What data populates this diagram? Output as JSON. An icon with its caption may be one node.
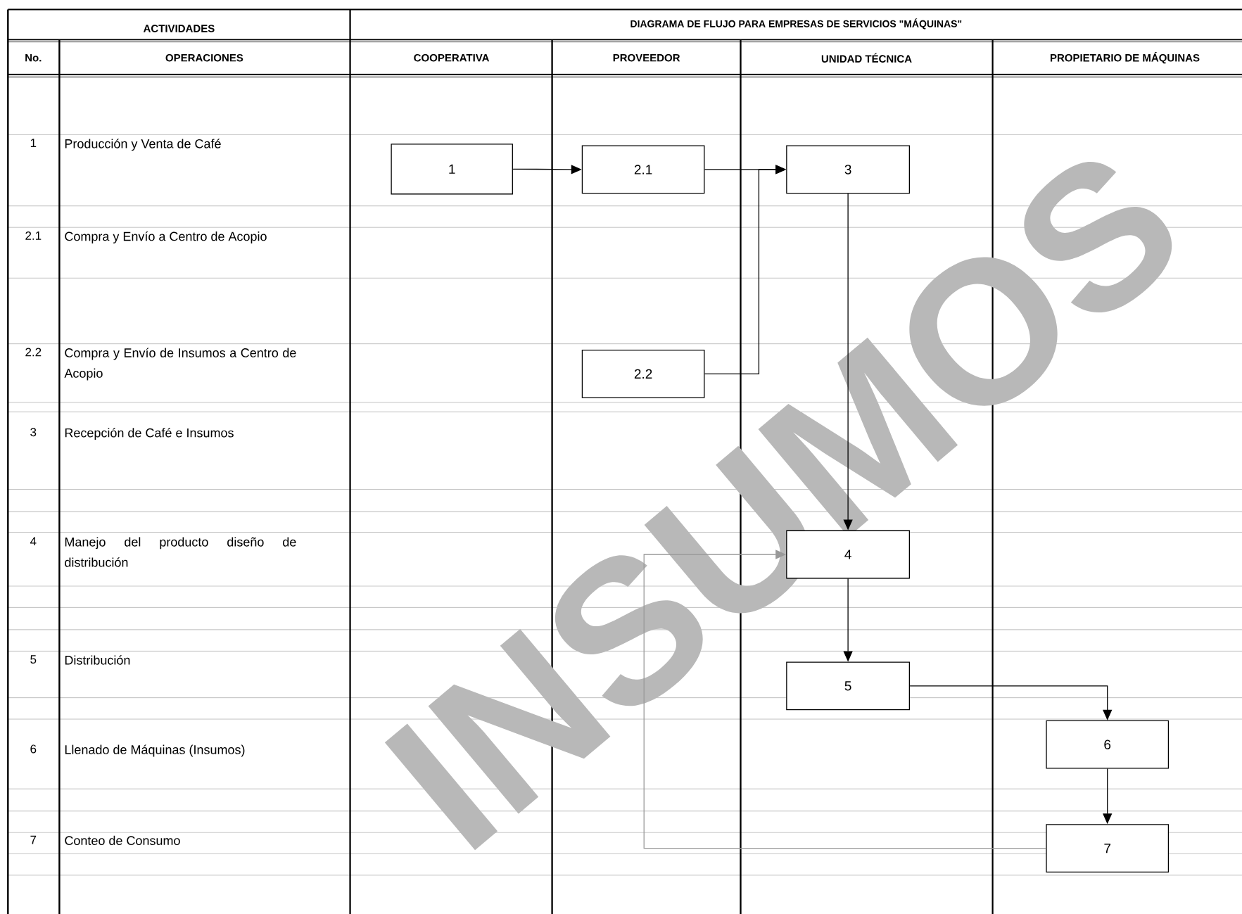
{
  "diagram": {
    "title": "DIAGRAMA DE FLUJO PARA EMPRESAS DE SERVICIOS \"MÁQUINAS\"",
    "nodes": [
      {
        "text": [
          "1"
        ]
      },
      {
        "text": [
          "2.1"
        ]
      },
      {
        "text": [
          "3"
        ]
      },
      {
        "text": [
          "2.2"
        ]
      },
      {
        "text": [
          "4"
        ]
      },
      {
        "text": [
          "5"
        ]
      },
      {
        "text": [
          "6"
        ]
      },
      {
        "text": [
          "7"
        ]
      }
    ],
    "edges": [
      {
        "from": 0,
        "to": 1,
        "arrow": "to"
      },
      {
        "from": 1,
        "to": 2,
        "arrow": "to"
      },
      {
        "from": 3,
        "to": 2,
        "arrow": "to"
      },
      {
        "from": 2,
        "to": 4,
        "arrow": "to"
      },
      {
        "from": 4,
        "to": 5,
        "arrow": "to"
      },
      {
        "from": 5,
        "to": 6,
        "arrow": "to"
      },
      {
        "from": 6,
        "to": 7,
        "arrow": "to"
      },
      {
        "from": 7,
        "to": 4,
        "arrow": "to",
        "color": "#999999"
      }
    ],
    "labels": [
      "ACTIVIDADES",
      "No.",
      "OPERACIONES",
      "COOPERATIVA",
      "PROVEEDOR",
      "UNIDAD TÉCNICA",
      "PROPIETARIO DE MÁQUINAS",
      "1",
      "Producción y Venta de Café",
      "2.1",
      "Compra y Envío a Centro de Acopio",
      "2.2",
      "Compra y Envío de Insumos a Centro de Acopio",
      "3",
      "Recepción de Café e Insumos",
      "4",
      "Manejo del producto diseño de distribución",
      "5",
      "Distribución",
      "6",
      "Llenado de Máquinas (Insumos)",
      "7",
      "Conteo de Consumo",
      "INSUMOS"
    ]
  }
}
